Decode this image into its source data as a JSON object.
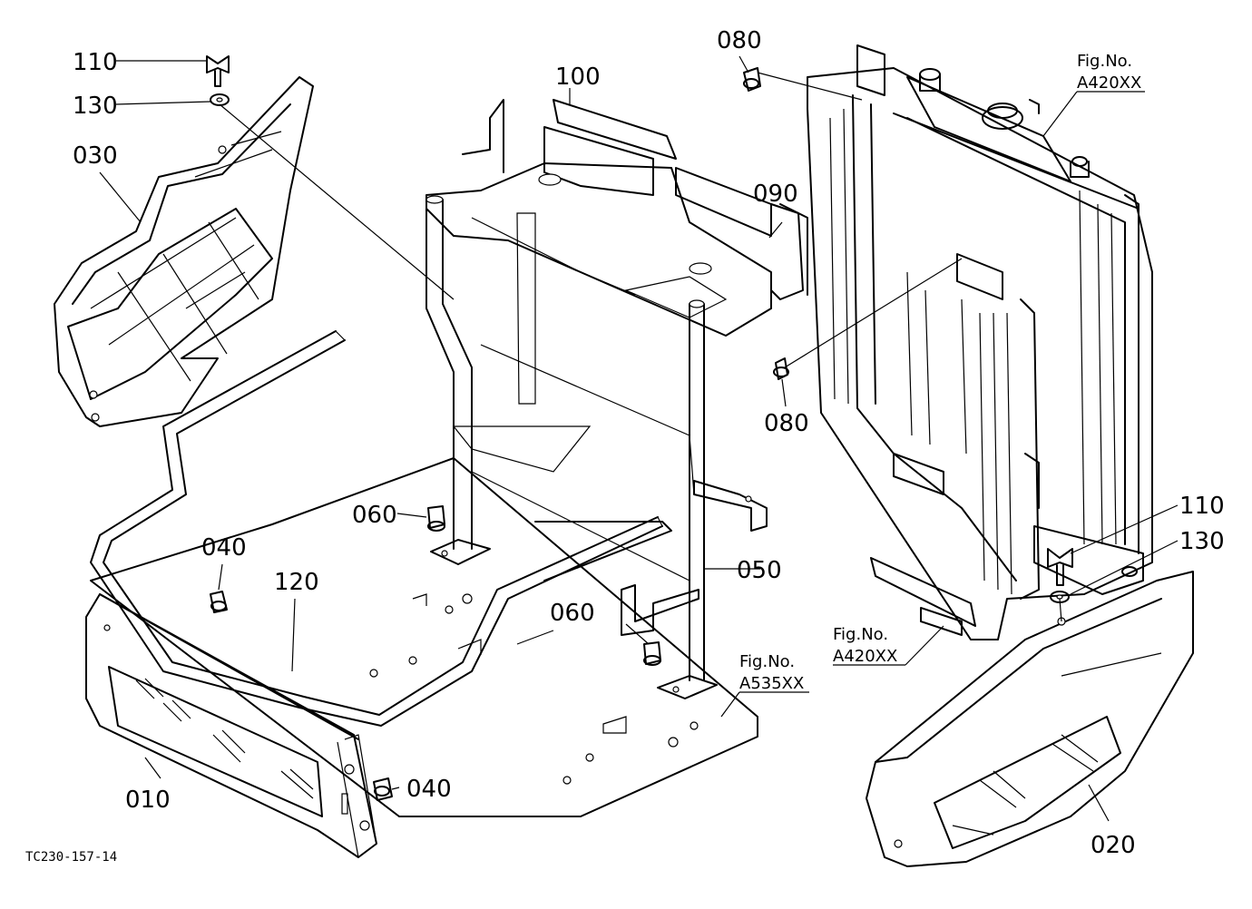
{
  "diagram": {
    "code": "TC230-157-14",
    "part_labels": [
      "110",
      "130",
      "030",
      "100",
      "080",
      "090",
      "080",
      "060",
      "040",
      "120",
      "050",
      "060",
      "010",
      "040",
      "110",
      "130",
      "020"
    ],
    "fig_refs": [
      {
        "line1": "Fig.No.",
        "line2": "A420XX"
      },
      {
        "line1": "Fig.No.",
        "line2": "A420XX"
      },
      {
        "line1": "Fig.No.",
        "line2": "A535XX"
      }
    ]
  }
}
